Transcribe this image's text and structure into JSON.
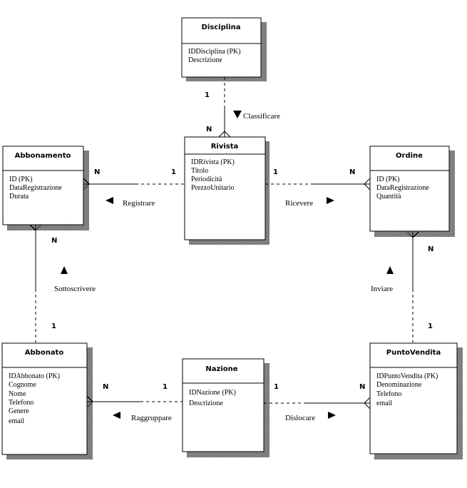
{
  "entities": {
    "disciplina": {
      "title": "Disciplina",
      "attributes": [
        "IDDisciplina (PK)",
        "Descrizione"
      ]
    },
    "rivista": {
      "title": "Rivista",
      "attributes": [
        "IDRivista  (PK)",
        "Titolo",
        "Periodicità",
        "PrezzoUnitario"
      ]
    },
    "abbonamento": {
      "title": "Abbonamento",
      "attributes": [
        "ID           (PK)",
        "DataRegistrazione",
        "Durata"
      ]
    },
    "ordine": {
      "title": "Ordine",
      "attributes": [
        "ID           (PK)",
        "DataRegistrazione",
        "Quantità"
      ]
    },
    "abbonato": {
      "title": "Abbonato",
      "attributes": [
        "IDAbbonato (PK)",
        "Cognome",
        "Nome",
        "Telefono",
        "Genere",
        "email"
      ]
    },
    "nazione": {
      "title": "Nazione",
      "attributes": [
        "IDNazione (PK)",
        "Descrizione"
      ]
    },
    "puntovendita": {
      "title": "PuntoVendita",
      "attributes": [
        "IDPuntoVendita (PK)",
        "Denominazione",
        "Telefono",
        "email"
      ]
    }
  },
  "relationships": {
    "classificare": {
      "label": "Classificare",
      "card_a": "1",
      "card_b": "N"
    },
    "registrare": {
      "label": "Registrare",
      "card_a": "N",
      "card_b": "1"
    },
    "ricevere": {
      "label": "Ricevere",
      "card_a": "1",
      "card_b": "N"
    },
    "sottoscrivere": {
      "label": "Sottoscrivere",
      "card_a": "N",
      "card_b": "1"
    },
    "inviare": {
      "label": "Inviare",
      "card_a": "N",
      "card_b": "1"
    },
    "raggruppare": {
      "label": "Raggruppare",
      "card_a": "N",
      "card_b": "1"
    },
    "dislocare": {
      "label": "Dislocare",
      "card_a": "1",
      "card_b": "N"
    }
  }
}
